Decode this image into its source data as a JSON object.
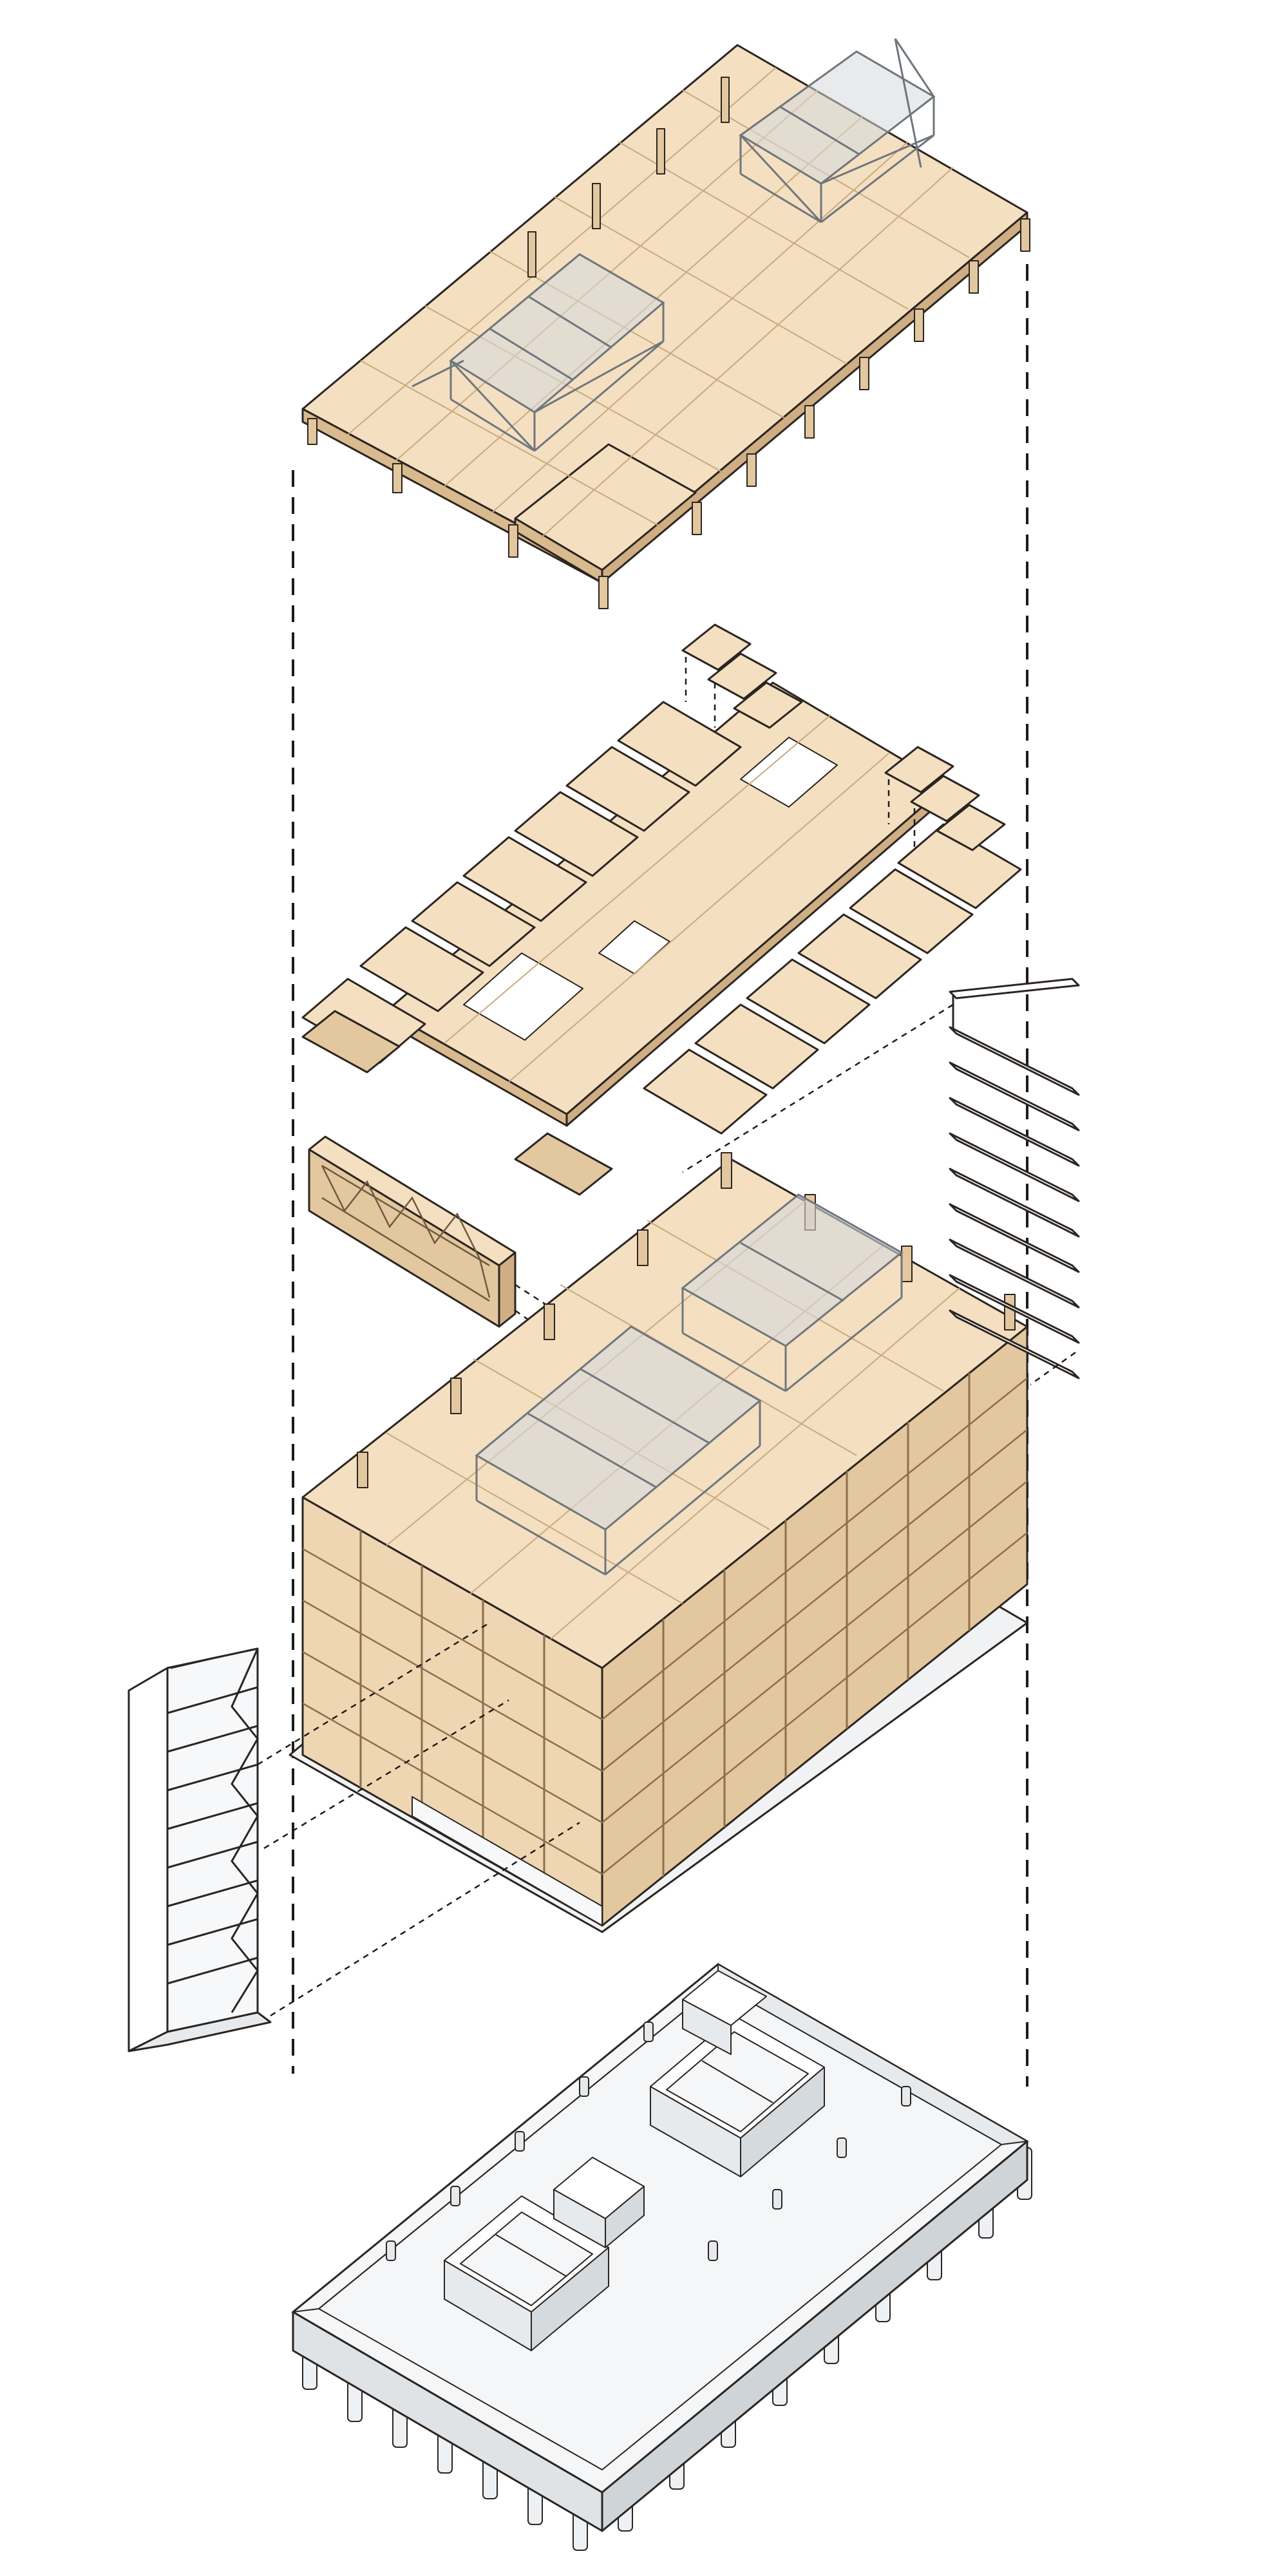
{
  "diagram": {
    "kind": "exploded-axonometric",
    "colors": {
      "timber_top": "#f4dfc0",
      "timber_side": "#e3c79f",
      "timber_dark": "#cfae84",
      "steel": "#c9cdd1",
      "steel_dark": "#8f959b",
      "concrete_top": "#f4f6f7",
      "concrete_side": "#dfe3e6",
      "ink": "#2b2521"
    },
    "layers": [
      {
        "id": "timber-roof-with-steel-trusses"
      },
      {
        "id": "clt-floor-panels"
      },
      {
        "id": "timber-frame-with-steel-core"
      },
      {
        "id": "concrete-podium-on-piles"
      }
    ],
    "side_components": [
      {
        "id": "timber-truss-beam"
      },
      {
        "id": "brace-frame-panels-right"
      },
      {
        "id": "brace-frame-tower-left"
      }
    ]
  }
}
